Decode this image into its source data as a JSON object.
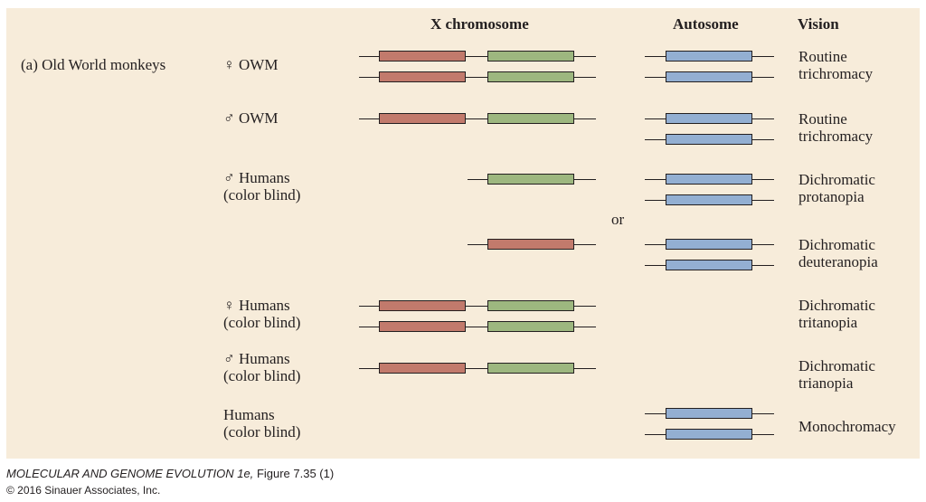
{
  "headers": {
    "x_chromosome": "X chromosome",
    "autosome": "Autosome",
    "vision": "Vision"
  },
  "panel_label": "(a)  Old World monkeys",
  "groups": [
    {
      "label": [
        "♀ OWM"
      ],
      "vision": [
        "Routine",
        "trichromacy"
      ]
    },
    {
      "label": [
        "♂ OWM"
      ],
      "vision": [
        "Routine",
        "trichromacy"
      ]
    },
    {
      "label": [
        "♂ Humans",
        "(color blind)"
      ],
      "vision": [
        "Dichromatic",
        "protanopia"
      ]
    },
    {
      "label": [],
      "vision": [
        "Dichromatic",
        "deuteranopia"
      ]
    },
    {
      "label": [
        "♀ Humans",
        "(color blind)"
      ],
      "vision": [
        "Dichromatic",
        "tritanopia"
      ]
    },
    {
      "label": [
        "♂ Humans",
        "(color blind)"
      ],
      "vision": [
        "Dichromatic",
        "trianopia"
      ]
    },
    {
      "label": [
        "Humans",
        "(color blind)"
      ],
      "vision": [
        "Monochromacy"
      ]
    }
  ],
  "or_label": "or",
  "footer": {
    "title": "MOLECULAR AND GENOME EVOLUTION 1e,",
    "figure": "Figure 7.35 (1)",
    "copyright": "© 2016 Sinauer Associates, Inc."
  },
  "colors": {
    "red_opsin": "#c27a6c",
    "green_opsin": "#9db77f",
    "blue_opsin": "#93afd2",
    "background": "#f7ecda"
  }
}
